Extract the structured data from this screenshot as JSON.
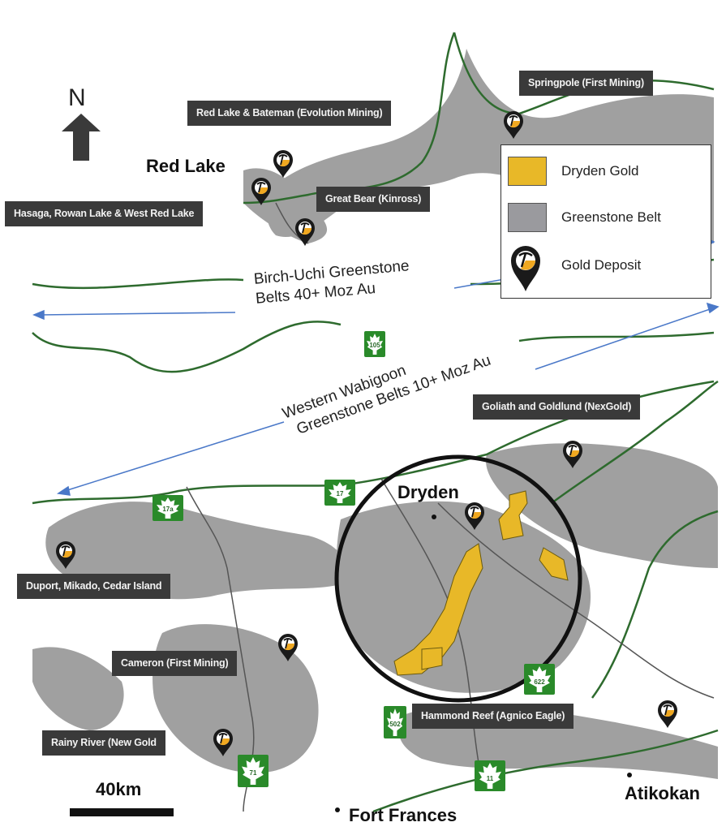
{
  "map": {
    "north_label": "N",
    "scale_label": "40km",
    "towns": {
      "red_lake": "Red Lake",
      "dryden": "Dryden",
      "fort_frances": "Fort Frances",
      "atikokan": "Atikokan"
    },
    "belt_annotations": {
      "birch_uchi_line1": "Birch-Uchi Greenstone",
      "birch_uchi_line2": "Belts 40+ Moz Au",
      "wabigoon_line1": "Western Wabigoon",
      "wabigoon_line2": "Greenstone Belts 10+ Moz Au"
    },
    "deposit_labels": [
      {
        "id": "red-lake-bateman",
        "label": "Red Lake & Bateman (Evolution Mining)"
      },
      {
        "id": "springpole",
        "label": "Springpole (First Mining)"
      },
      {
        "id": "great-bear",
        "label": "Great Bear (Kinross)"
      },
      {
        "id": "hasaga",
        "label": "Hasaga, Rowan Lake & West Red Lake"
      },
      {
        "id": "goliath",
        "label": "Goliath and Goldlund (NexGold)"
      },
      {
        "id": "duport",
        "label": "Duport, Mikado, Cedar Island"
      },
      {
        "id": "cameron",
        "label": "Cameron (First Mining)"
      },
      {
        "id": "hammond-reef",
        "label": "Hammond Reef (Agnico Eagle)"
      },
      {
        "id": "rainy-river",
        "label": "Rainy River (New Gold"
      }
    ],
    "highways": [
      {
        "id": "hwy-105",
        "number": "105"
      },
      {
        "id": "hwy-17a",
        "number": "17a"
      },
      {
        "id": "hwy-17",
        "number": "17"
      },
      {
        "id": "hwy-622",
        "number": "622"
      },
      {
        "id": "hwy-502",
        "number": "502"
      },
      {
        "id": "hwy-71",
        "number": "71"
      },
      {
        "id": "hwy-11",
        "number": "11"
      }
    ]
  },
  "legend": {
    "items": [
      {
        "label": "Dryden Gold",
        "color": "#e8b828",
        "icon": "swatch"
      },
      {
        "label": "Greenstone Belt",
        "color": "#9a9a9e",
        "icon": "swatch"
      },
      {
        "label": "Gold Deposit",
        "color": "#1a1a1a",
        "icon": "gold-deposit-pin-icon"
      }
    ]
  },
  "colors": {
    "dryden_gold": "#e8b828",
    "greenstone": "#9a9a9e",
    "belt_boundary": "#2e6b2e",
    "label_bg": "#3a3a3a",
    "arrow_blue": "#4a78c8",
    "highway_green": "#2a8a2a"
  }
}
